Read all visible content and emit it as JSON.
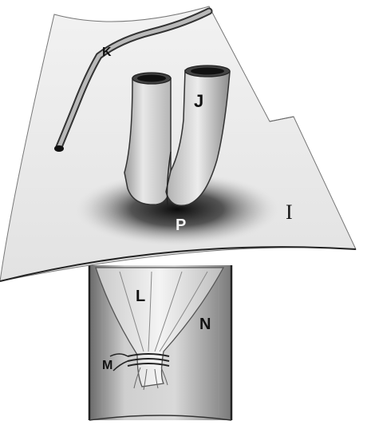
{
  "labels": {
    "K": "K",
    "J": "J",
    "I": "I",
    "P": "P",
    "L": "L",
    "N": "N",
    "M": "M"
  },
  "colors": {
    "ink": "#111111",
    "paper": "#ffffff",
    "shadow": "#1a1a1a"
  }
}
